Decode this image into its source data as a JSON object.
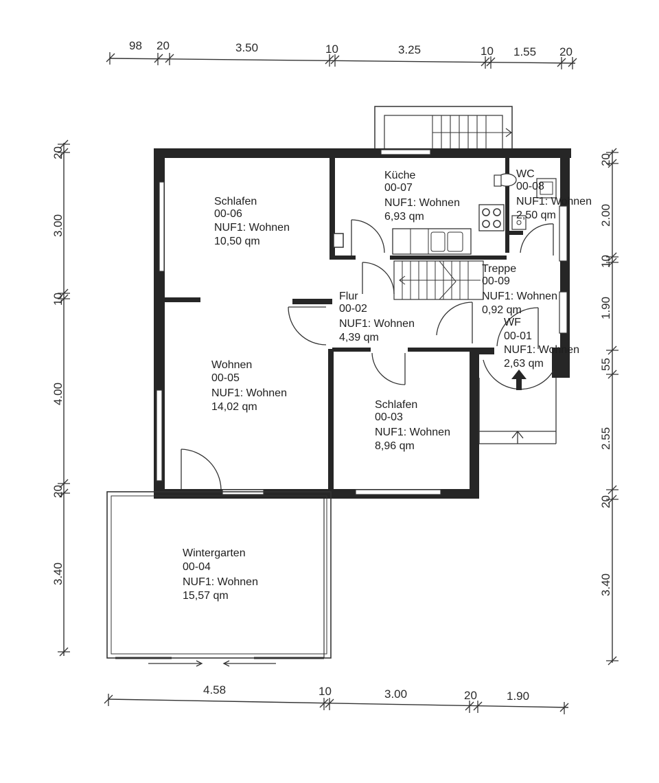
{
  "dimensions": {
    "top": [
      "98",
      "20",
      "3.50",
      "10",
      "3.25",
      "10",
      "1.55",
      "20"
    ],
    "bottom": [
      "4.58",
      "10",
      "3.00",
      "20",
      "1.90"
    ],
    "left": [
      "20",
      "3.00",
      "10",
      "4.00",
      "20",
      "3.40"
    ],
    "right": [
      "20",
      "2.00",
      "10",
      "1.90",
      "55",
      "2.55",
      "20",
      "3.40"
    ]
  },
  "rooms": [
    {
      "name": "Schlafen",
      "id": "00-06",
      "use": "NUF1: Wohnen",
      "area": "10,50 qm"
    },
    {
      "name": "Küche",
      "id": "00-07",
      "use": "NUF1: Wohnen",
      "area": "6,93 qm"
    },
    {
      "name": "WC",
      "id": "00-08",
      "use": "NUF1: Wohnen",
      "area": "2,50 qm"
    },
    {
      "name": "Treppe",
      "id": "00-09",
      "use": "NUF1: Wohnen",
      "area": "0,92 qm"
    },
    {
      "name": "Flur",
      "id": "00-02",
      "use": "NUF1: Wohnen",
      "area": "4,39 qm"
    },
    {
      "name": "WF",
      "id": "00-01",
      "use": "NUF1: Wohnen",
      "area": "2,63 qm"
    },
    {
      "name": "Wohnen",
      "id": "00-05",
      "use": "NUF1: Wohnen",
      "area": "14,02 qm"
    },
    {
      "name": "Schlafen",
      "id": "00-03",
      "use": "NUF1: Wohnen",
      "area": "8,96 qm"
    },
    {
      "name": "Wintergarten",
      "id": "00-04",
      "use": "NUF1: Wohnen",
      "area": "15,57 qm"
    }
  ]
}
